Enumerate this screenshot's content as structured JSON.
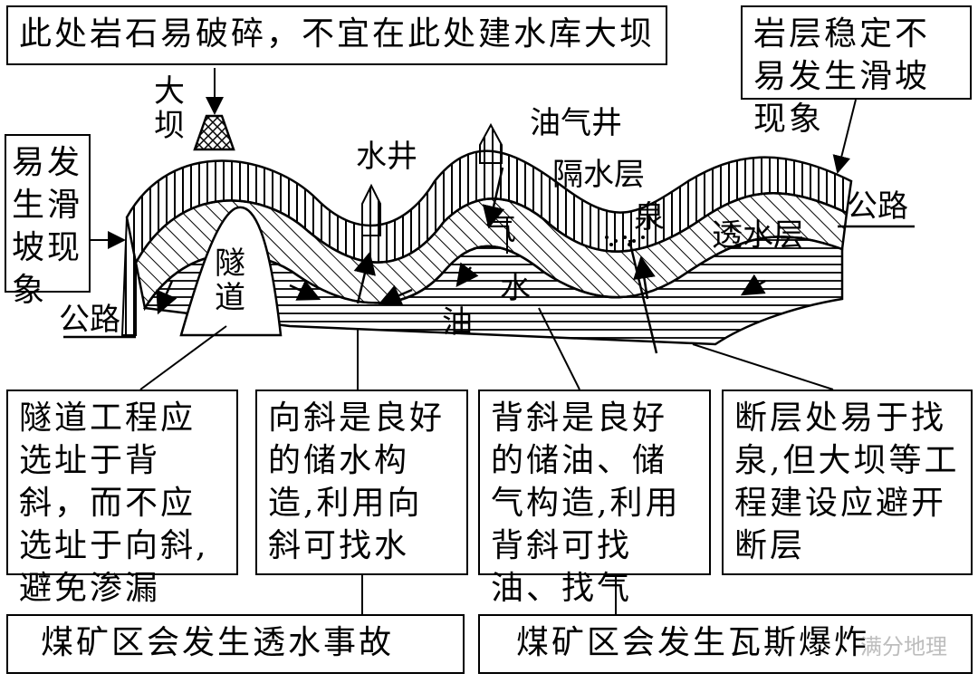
{
  "callouts": {
    "top_left": "此处岩石易破碎，不宜在此处建水库大坝",
    "top_right": "岩层稳定不易发生滑坡现象",
    "left_side": "易发生滑坡现象",
    "tunnel": "隧道工程应选址于背斜，而不应选址于向斜,避免渗漏",
    "syncline": "向斜是良好的储水构造,利用向斜可找水",
    "anticline": "背斜是良好的储油、储气构造,利用背斜可找油、找气",
    "fault": "断层处易于找泉,但大坝等工程建设应避开断层",
    "bottom_left": "煤矿区会发生透水事故",
    "bottom_right": "煤矿区会发生瓦斯爆炸"
  },
  "labels": {
    "dam": "大坝",
    "tunnel": "隧道",
    "well": "水井",
    "oil_well": "油气井",
    "aquiclude": "隔水层",
    "spring": "泉",
    "permeable": "透水层",
    "gas": "气",
    "water": "水",
    "oil": "油",
    "road_left": "公路",
    "road_right": "公路"
  },
  "watermark": "满分地理"
}
